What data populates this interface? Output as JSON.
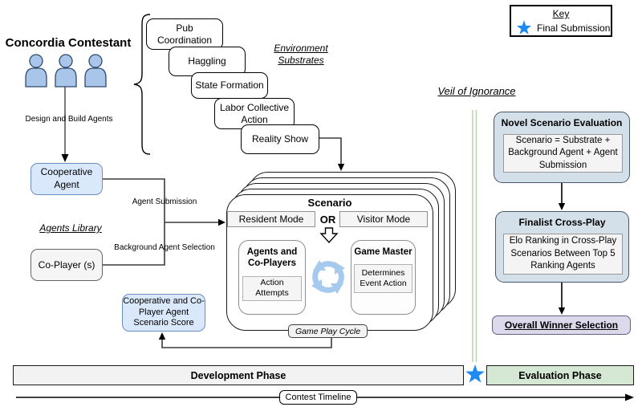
{
  "header": {
    "contestant_title": "Concordia Contestant"
  },
  "labels": {
    "design_and_build": "Design and Build Agents",
    "agent_submission": "Agent Submission",
    "background_agent_selection": "Background Agent Selection",
    "agents_library": "Agents Library",
    "environment_substrates": "Environment Substrates",
    "veil_of_ignorance": "Veil of Ignorance",
    "or": "OR"
  },
  "key": {
    "title": "Key",
    "star_label": "Final Submission"
  },
  "substrates": [
    {
      "label": "Pub Coordination"
    },
    {
      "label": "Haggling"
    },
    {
      "label": "State Formation"
    },
    {
      "label": "Labor Collective Action"
    },
    {
      "label": "Reality Show"
    }
  ],
  "agent_boxes": {
    "cooperative_agent": "Cooperative Agent",
    "co_player": "Co-Player (s)",
    "scenario_score": "Cooperative and Co-Player Agent Scenario Score"
  },
  "scenario": {
    "title": "Scenario",
    "resident_mode": "Resident Mode",
    "visitor_mode": "Visitor Mode",
    "agents_box": {
      "title": "Agents and Co-Players",
      "inner": "Action Attempts"
    },
    "game_master_box": {
      "title": "Game Master",
      "inner": "Determines Event Action"
    },
    "game_play_cycle": "Game Play Cycle"
  },
  "evaluation": {
    "novel": {
      "title": "Novel Scenario Evaluation",
      "detail": "Scenario = Substrate + Background Agent + Agent Submission"
    },
    "finalist": {
      "title": "Finalist Cross-Play",
      "detail": "Elo Ranking in Cross-Play Scenarios Between Top 5 Ranking Agents"
    },
    "winner": "Overall Winner Selection"
  },
  "timeline": {
    "development": "Development Phase",
    "evaluation": "Evaluation Phase",
    "contest": "Contest Timeline"
  },
  "colors": {
    "light_blue_fill": "#dae8fc",
    "blue_border": "#6c8ebf",
    "gray_fill": "#f5f5f5",
    "eval_fill": "#d3dfe9",
    "eval_border": "#46586a",
    "winner_fill": "#dcd9ed",
    "winner_border": "#655e85",
    "green_phase_fill": "#d5e8d4",
    "star_blue": "#1d8af2",
    "veil_green": "#b9d7ab",
    "person_fill": "#a9c6ea",
    "cycle_blue": "#a6c9ee"
  }
}
